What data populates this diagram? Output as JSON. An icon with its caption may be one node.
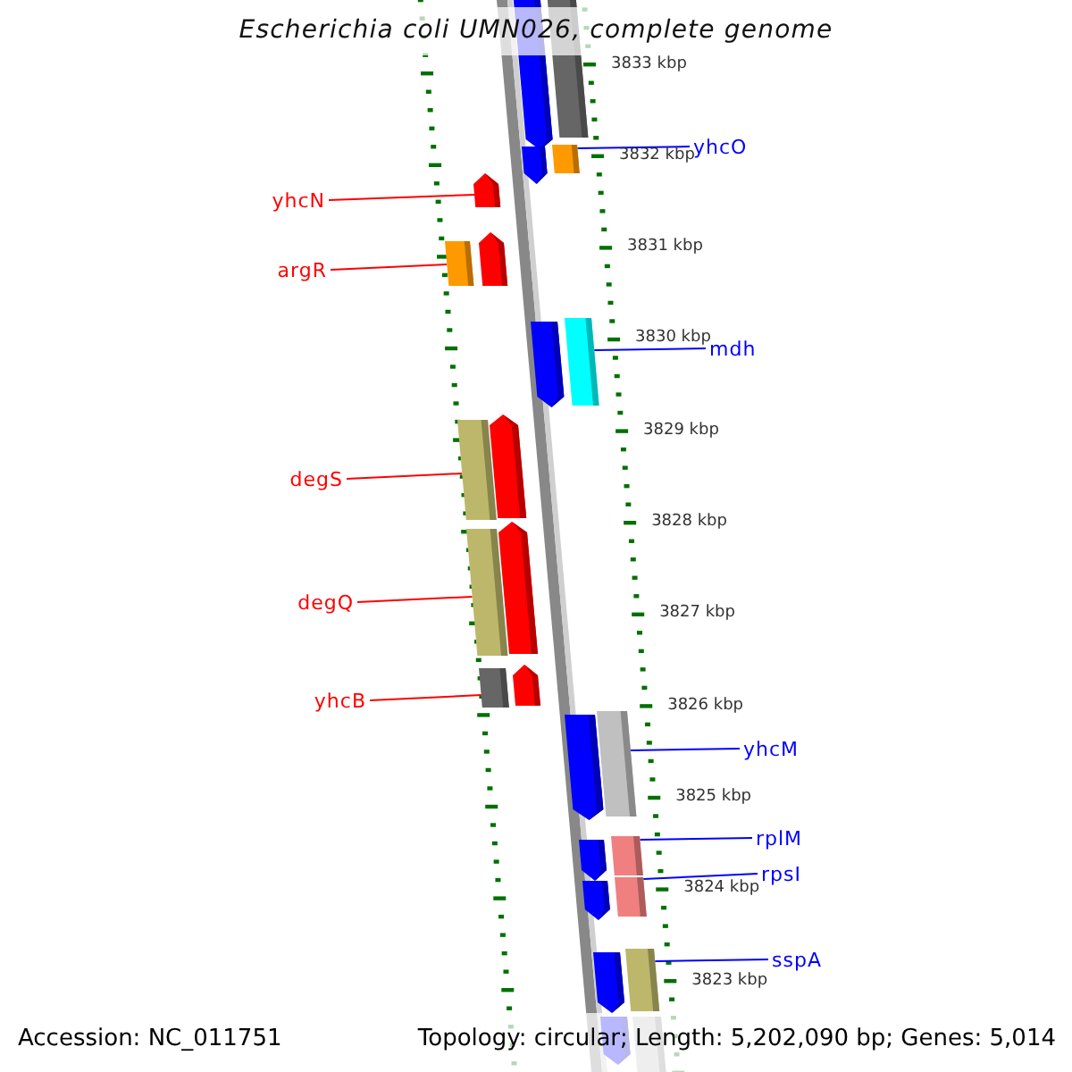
{
  "diagram": {
    "title": "Escherichia coli UMN026, complete genome",
    "nodes": [
      {
        "text": [],
        "shape": "bar"
      },
      {
        "text": [],
        "shape": "bar"
      },
      {
        "text": [],
        "shape": "bar"
      },
      {
        "text": [],
        "shape": "bar"
      },
      {
        "text": [
          "yhcO"
        ]
      },
      {
        "text": [
          "yhcN"
        ]
      },
      {
        "text": [],
        "shape": "bar"
      },
      {
        "text": [
          "argR"
        ]
      },
      {
        "text": [],
        "shape": "bar"
      },
      {
        "text": [],
        "shape": "bar"
      },
      {
        "text": [],
        "shape": "bar"
      },
      {
        "text": [],
        "shape": "bar"
      },
      {
        "text": [
          "mdh"
        ]
      },
      {
        "text": [
          "degS"
        ]
      },
      {
        "text": [],
        "shape": "bar"
      },
      {
        "text": [],
        "shape": "bar"
      },
      {
        "text": [
          "degQ"
        ]
      },
      {
        "text": [],
        "shape": "bar"
      },
      {
        "text": [],
        "shape": "bar"
      },
      {
        "text": [
          "yhcB"
        ]
      },
      {
        "text": [],
        "shape": "bar"
      },
      {
        "text": [],
        "shape": "bar"
      },
      {
        "text": [],
        "shape": "bar"
      },
      {
        "text": [],
        "shape": "bar"
      },
      {
        "text": [
          "yhcM"
        ]
      },
      {
        "text": [
          "rplM"
        ]
      },
      {
        "text": [],
        "shape": "bar"
      },
      {
        "text": [],
        "shape": "bar"
      },
      {
        "text": [
          "rpsI"
        ]
      },
      {
        "text": [],
        "shape": "bar"
      },
      {
        "text": [],
        "shape": "bar"
      },
      {
        "text": [
          "sspA"
        ]
      },
      {
        "text": [],
        "shape": "bar"
      },
      {
        "text": [],
        "shape": "bar"
      },
      {
        "text": [],
        "shape": "bar"
      },
      {
        "text": [],
        "shape": "bar"
      }
    ],
    "edges": [
      {
        "from": 4,
        "to": 3,
        "arrow": "none"
      },
      {
        "from": 5,
        "to": 6,
        "arrow": "none",
        "color": "#ff0000"
      },
      {
        "from": 7,
        "to": 8,
        "arrow": "none",
        "color": "#ff0000"
      },
      {
        "from": 12,
        "to": 11,
        "arrow": "none"
      },
      {
        "from": 13,
        "to": 14,
        "arrow": "none",
        "color": "#ff0000"
      },
      {
        "from": 16,
        "to": 17,
        "arrow": "none",
        "color": "#ff0000"
      },
      {
        "from": 19,
        "to": 20,
        "arrow": "none",
        "color": "#ff0000"
      },
      {
        "from": 24,
        "to": 23,
        "arrow": "none"
      },
      {
        "from": 25,
        "to": 27,
        "arrow": "none"
      },
      {
        "from": 28,
        "to": 30,
        "arrow": "none"
      },
      {
        "from": 31,
        "to": 33,
        "arrow": "none"
      }
    ],
    "labels": [
      "3833 kbp",
      "3832 kbp",
      "3831 kbp",
      "3830 kbp",
      "3829 kbp",
      "3828 kbp",
      "3827 kbp",
      "3826 kbp",
      "3825 kbp",
      "3824 kbp",
      "3823 kbp",
      "Accession: NC_011751",
      "Topology: circular; Length: 5,202,090 bp; Genes: 5,014"
    ]
  }
}
